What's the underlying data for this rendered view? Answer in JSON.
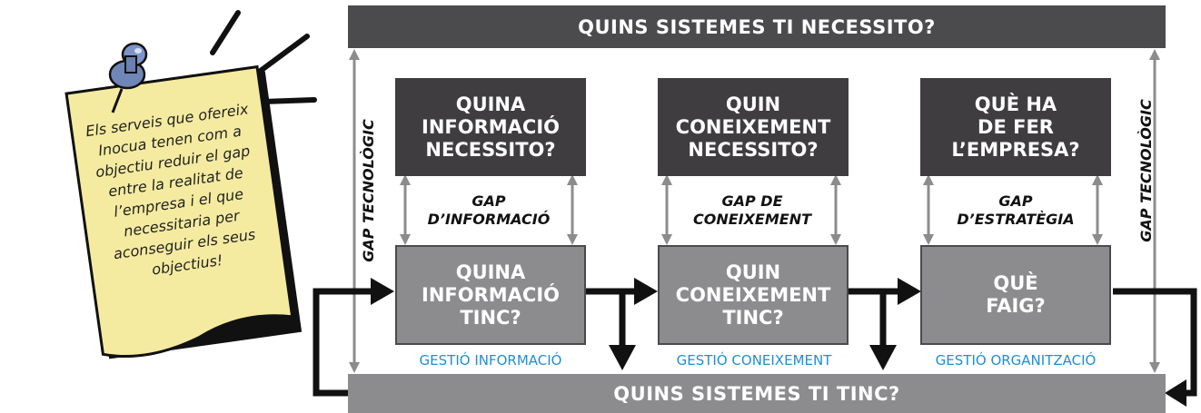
{
  "header": "QUINS SISTEMES TI NECESSITO?",
  "footer": "QUINS SISTEMES TI TINC?",
  "side_label": "GAP TECNOLÒGIC",
  "note": "Els serveis que ofereix Inocua tenen com a objectiu reduir el gap entre la realitat de l’empresa i el que necessitaria per aconseguir els seus objectius!",
  "columns": [
    {
      "need": "QUINA\nINFORMACIÓ\nNECESSITO?",
      "gap": "GAP\nD’INFORMACIÓ",
      "have": "QUINA\nINFORMACIÓ\nTINC?",
      "area": "GESTIÓ INFORMACIÓ"
    },
    {
      "need": "QUIN\nCONEIXEMENT\nNECESSITO?",
      "gap": "GAP DE\nCONEIXEMENT",
      "have": "QUIN\nCONEIXEMENT\nTINC?",
      "area": "GESTIÓ CONEIXEMENT"
    },
    {
      "need": "QUÈ HA\nDE FER\nL’EMPRESA?",
      "gap": "GAP\nD’ESTRATÈGIA",
      "have": "QUÈ\nFAIG?",
      "area": "GESTIÓ ORGANITZACIÓ"
    }
  ],
  "colors": {
    "dark_box": "#3f3d40",
    "mid_box": "#8c8b8e",
    "note_paper": "#f5eba0",
    "area_label": "#1d8fd8",
    "arrow_gray": "#8c8c8c",
    "arrow_black": "#111111"
  },
  "icons": [
    "pushpin-icon"
  ]
}
